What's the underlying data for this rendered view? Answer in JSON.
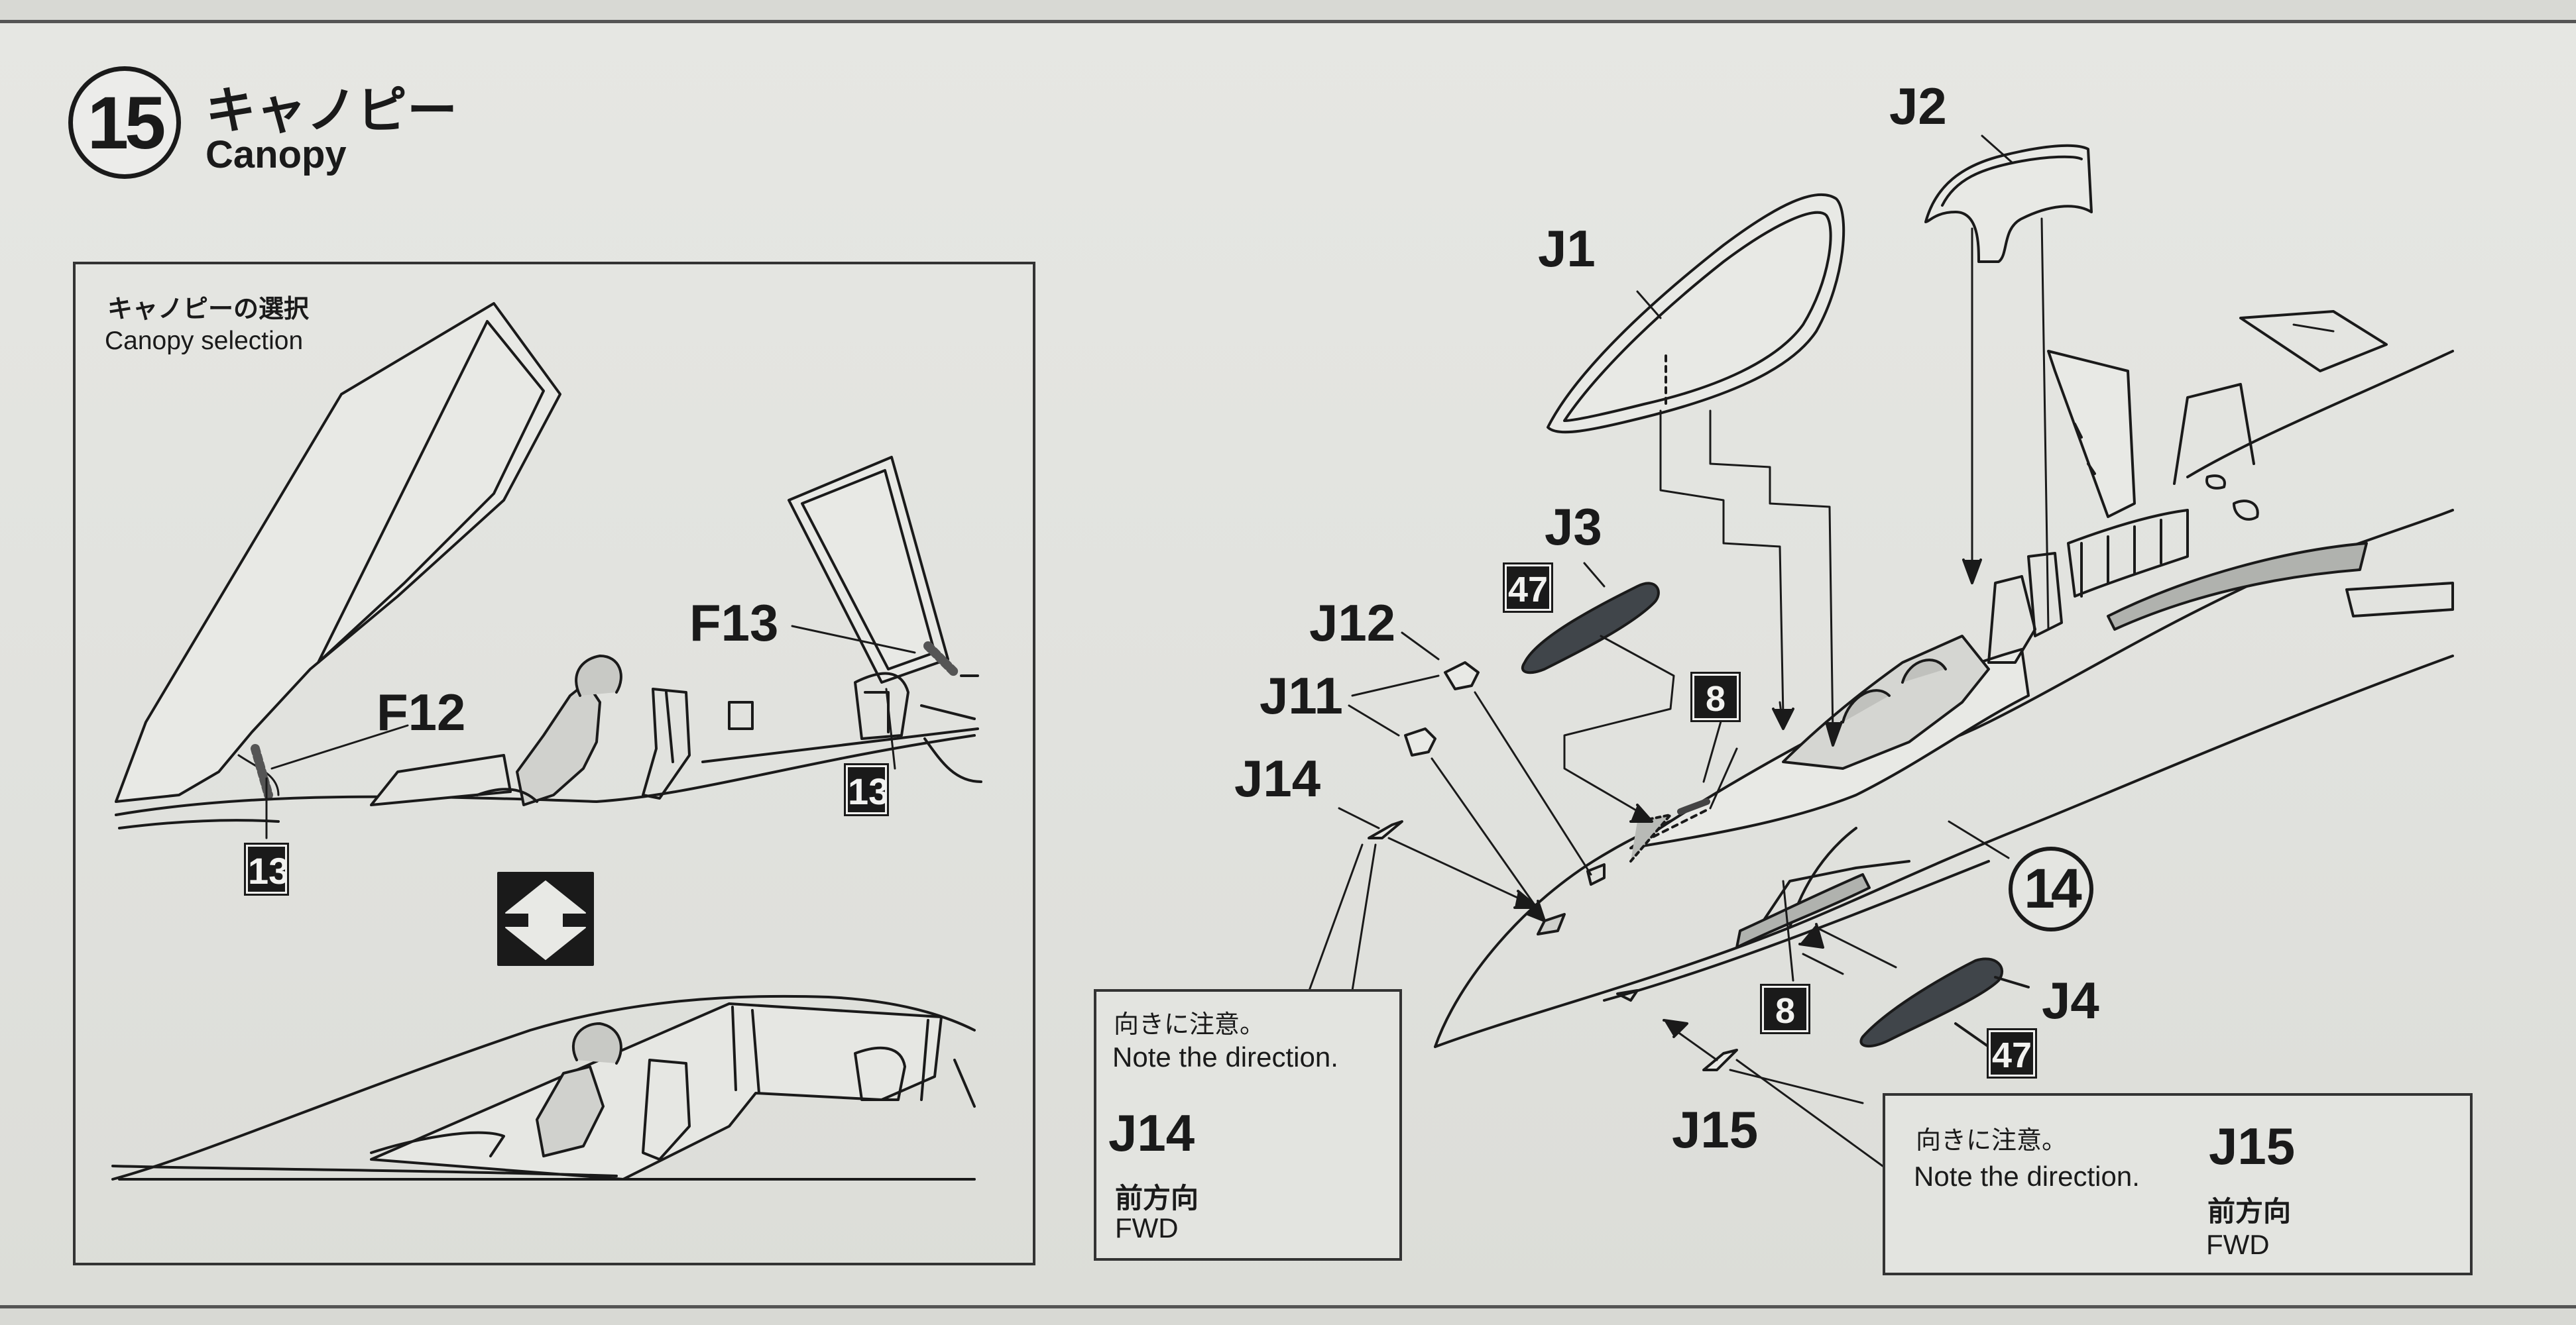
{
  "step": {
    "number": "15",
    "title_jp": "キャノピー",
    "title_en": "Canopy"
  },
  "selection": {
    "title_jp": "キャノピーの選択",
    "title_en": "Canopy selection",
    "parts": {
      "f12": "F12",
      "f13": "F13"
    },
    "badge_13": "13"
  },
  "parts": {
    "j1": "J1",
    "j2": "J2",
    "j3": "J3",
    "j4": "J4",
    "j11": "J11",
    "j12": "J12",
    "j14": "J14",
    "j15": "J15",
    "assembly_14": "14"
  },
  "paint_codes": {
    "c47": "47",
    "c8": "8"
  },
  "notes": {
    "j14": {
      "note_jp": "向きに注意。",
      "note_en": "Note the direction.",
      "part": "J14",
      "fwd_jp": "前方向",
      "fwd_en": "FWD"
    },
    "j15": {
      "note_jp": "向きに注意。",
      "note_en": "Note the direction.",
      "part": "J15",
      "fwd_jp": "前方向",
      "fwd_en": "FWD"
    }
  },
  "colors": {
    "ink": "#1a1a1a",
    "paper": "#e3e4e0",
    "arrow": "#3c3c3c",
    "part_dark": "#3f4448"
  }
}
